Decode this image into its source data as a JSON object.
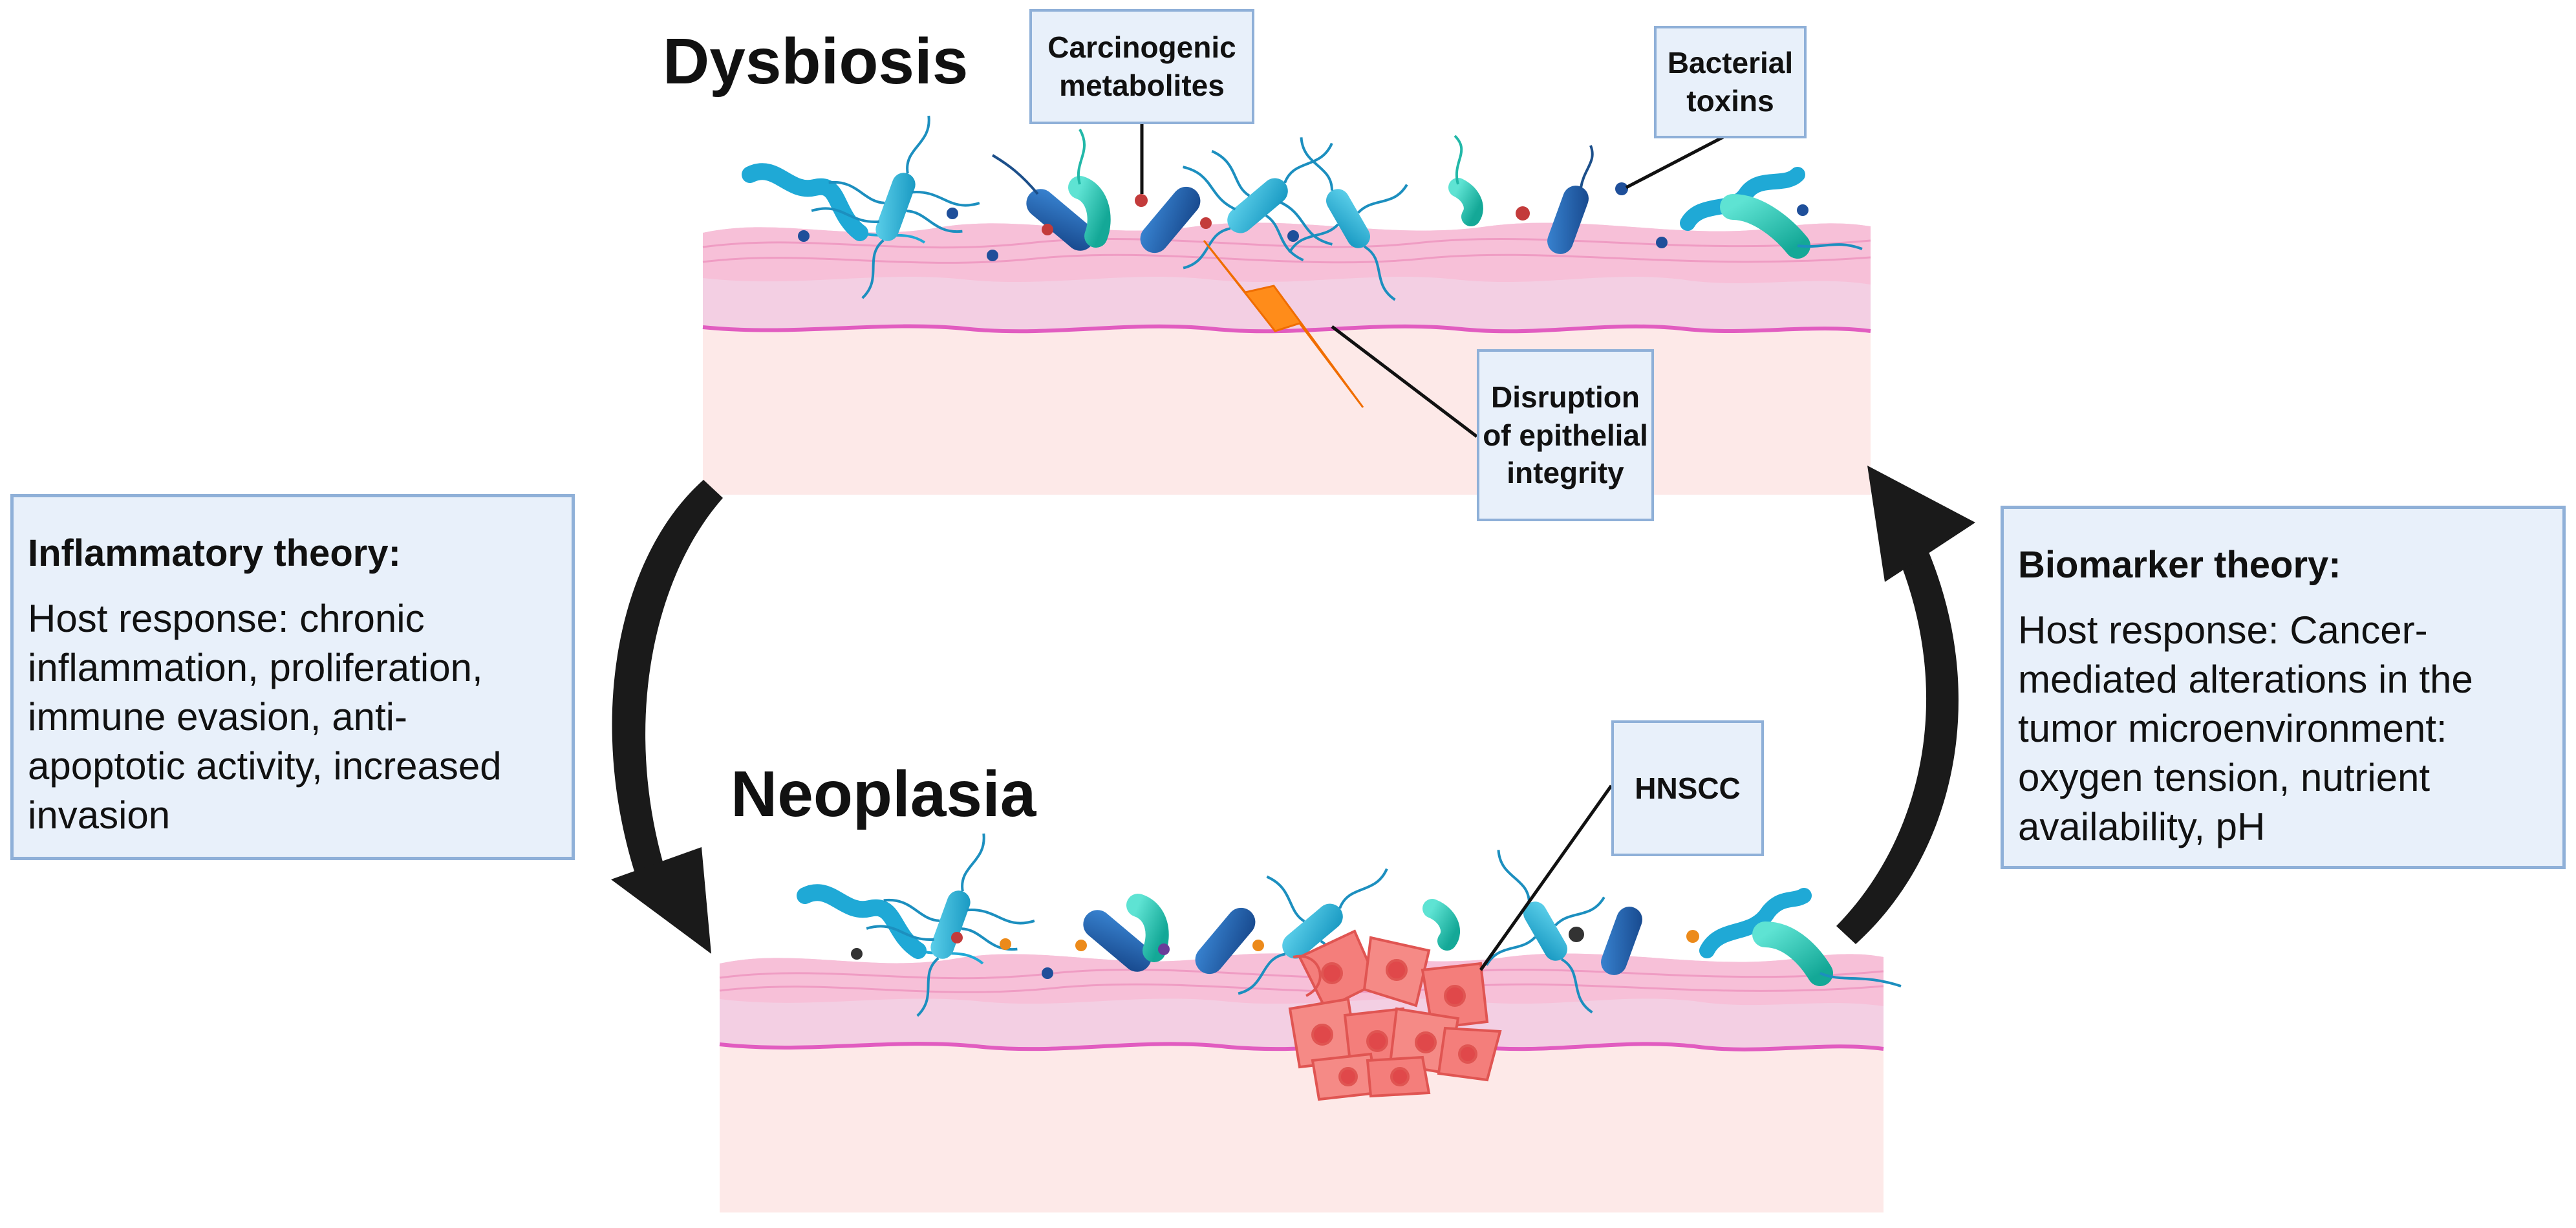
{
  "titles": {
    "top": "Dysbiosis",
    "bottom": "Neoplasia"
  },
  "callouts": {
    "carcinogenic": "Carcinogenic metabolites",
    "toxins": "Bacterial toxins",
    "disruption": "Disruption of epithelial integrity",
    "hnscc": "HNSCC"
  },
  "inflammatory": {
    "title": "Inflammatory theory:",
    "text": "Host response: chronic inflammation, proliferation, immune evasion, anti-apoptotic activity, increased invasion"
  },
  "biomarker": {
    "title": "Biomarker theory:",
    "text": "Host response: Cancer-mediated alterations in the tumor microenvironment: oxygen tension, nutrient availability, pH"
  },
  "colors": {
    "tissue_top": "#f7c5db",
    "tissue_bottom": "#fde9e8",
    "epithelium_line": "#e15cc0",
    "bacteria_dark": "#1f5fa8",
    "bacteria_light": "#22b3d6",
    "bacteria_teal": "#26c9b8",
    "lightning": "#ff8c1a",
    "tumor": "#f47e7b",
    "arrow": "#1a1a1a",
    "box_fill": "#e8f0fa",
    "box_border": "#8fb0d8"
  }
}
